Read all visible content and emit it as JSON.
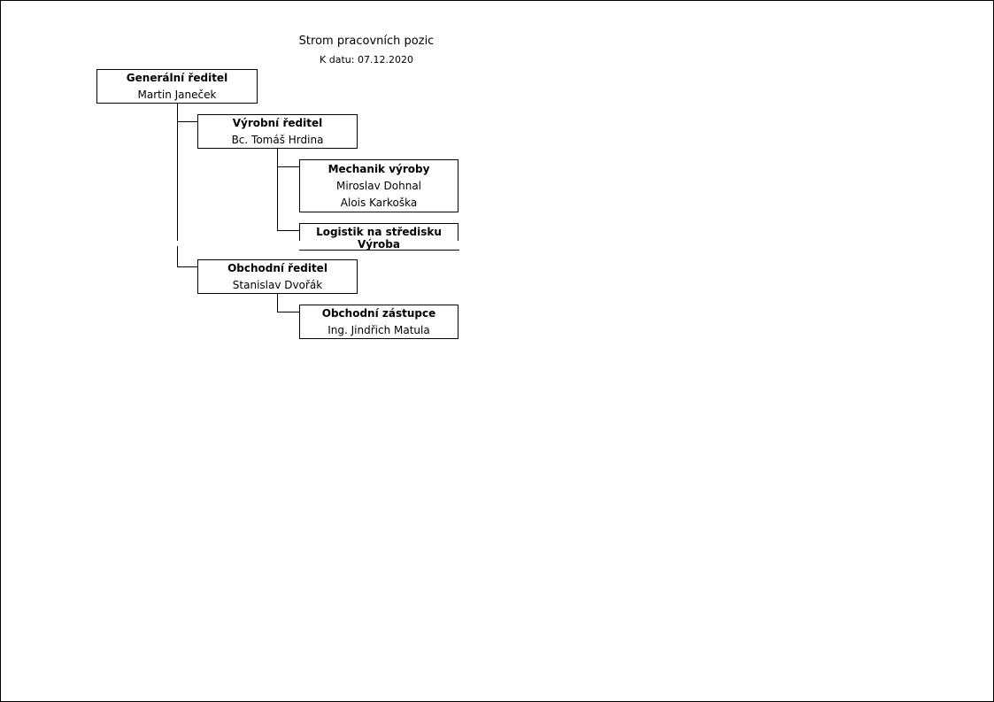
{
  "header": {
    "title": "Strom pracovních pozic",
    "date_line": "K datu: 07.12.2020"
  },
  "tree": {
    "nodes": [
      {
        "title": "Generální ředitel",
        "persons": [
          "Martin Janeček"
        ]
      },
      {
        "title": "Výrobní ředitel",
        "persons": [
          "Bc. Tomáš Hrdina"
        ]
      },
      {
        "title": "Mechanik výroby",
        "persons": [
          "Miroslav Dohnal",
          "Alois Karkoška"
        ]
      },
      {
        "title": "Logistik na středisku Výroba",
        "persons": []
      },
      {
        "title": "Obchodní ředitel",
        "persons": [
          "Stanislav Dvořák"
        ]
      },
      {
        "title": "Obchodní zástupce",
        "persons": [
          "Ing. Jindřich Matula"
        ]
      }
    ]
  },
  "colors": {
    "background": "#ffffff",
    "text": "#000000",
    "line": "#000000"
  }
}
